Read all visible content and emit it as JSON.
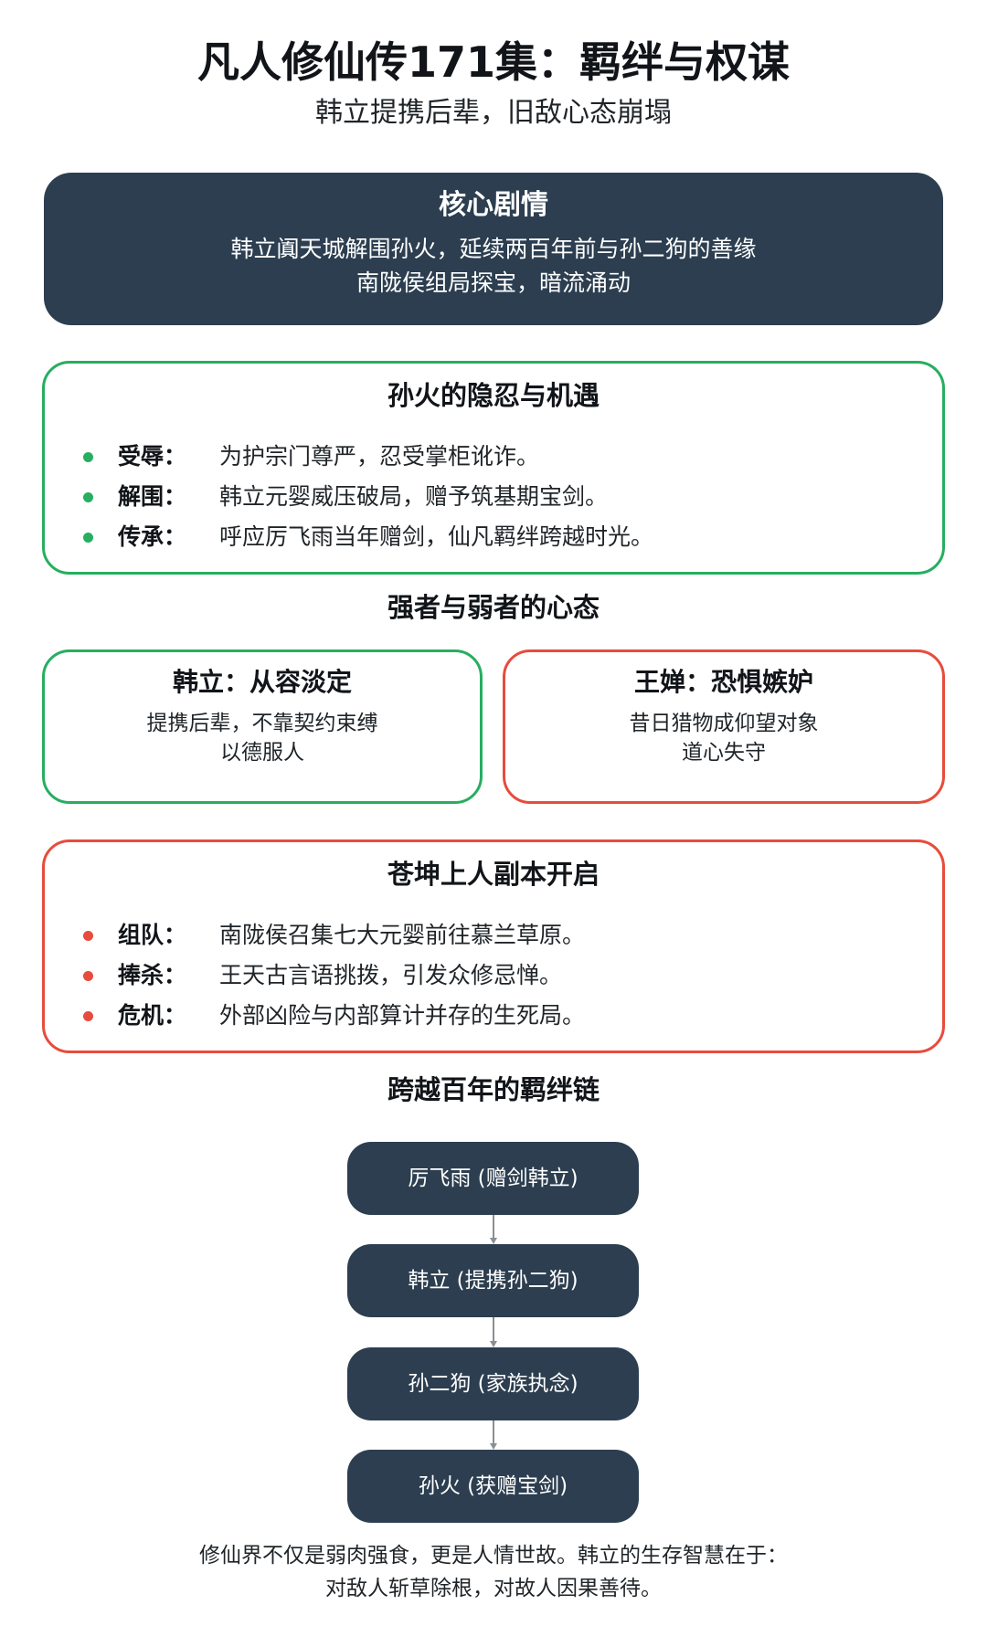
{
  "header": {
    "title": "凡人修仙传171集：羁绊与权谋",
    "subtitle": "韩立提携后辈，旧敌心态崩塌"
  },
  "core": {
    "heading": "核心剧情",
    "lines": [
      "韩立阗天城解围孙火，延续两百年前与孙二狗的善缘",
      "南陇侯组局探宝，暗流涌动"
    ]
  },
  "sun_huo": {
    "heading": "孙火的隐忍与机遇",
    "accent": "#27ae60",
    "items": [
      {
        "label": "受辱：",
        "text": "为护宗门尊严，忍受掌柜讹诈。"
      },
      {
        "label": "解围：",
        "text": "韩立元婴威压破局，赠予筑基期宝剑。"
      },
      {
        "label": "传承：",
        "text": "呼应厉飞雨当年赠剑，仙凡羁绊跨越时光。"
      }
    ]
  },
  "mentality": {
    "heading": "强者与弱者的心态",
    "left": {
      "title": "韩立：从容淡定",
      "lines": [
        "提携后辈，不靠契约束缚",
        "以德服人"
      ],
      "accent": "#27ae60"
    },
    "right": {
      "title": "王婵：恐惧嫉妒",
      "lines": [
        "昔日猎物成仰望对象",
        "道心失守"
      ],
      "accent": "#e74c3c"
    }
  },
  "canghun": {
    "heading": "苍坤上人副本开启",
    "accent": "#e74c3c",
    "items": [
      {
        "label": "组队：",
        "text": "南陇侯召集七大元婴前往慕兰草原。"
      },
      {
        "label": "捧杀：",
        "text": "王天古言语挑拨，引发众修忌惮。"
      },
      {
        "label": "危机：",
        "text": "外部凶险与内部算计并存的生死局。"
      }
    ]
  },
  "chain": {
    "heading": "跨越百年的羁绊链",
    "nodes": [
      "厉飞雨 (赠剑韩立)",
      "韩立 (提携孙二狗)",
      "孙二狗 (家族执念)",
      "孙火 (获赠宝剑)"
    ]
  },
  "footer": {
    "lines": [
      "修仙界不仅是弱肉强食，更是人情世故。韩立的生存智慧在于：",
      "对敌人斩草除根，对故人因果善待。"
    ]
  },
  "colors": {
    "dark_box": "#2c3e50",
    "positive": "#27ae60",
    "negative": "#e74c3c",
    "arrow": "#8a8f94"
  }
}
